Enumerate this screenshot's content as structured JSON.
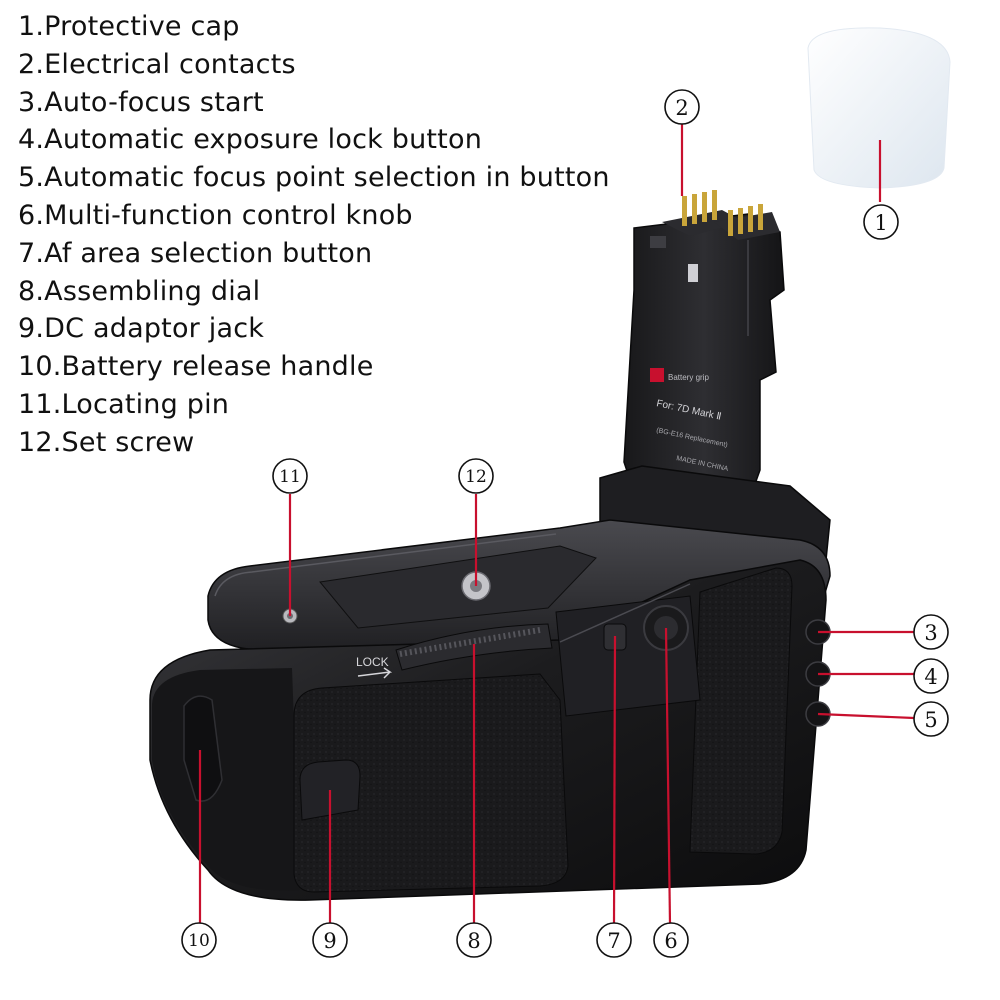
{
  "legend": [
    "1.Protective cap",
    "2.Electrical contacts",
    "3.Auto-focus start",
    "4.Automatic exposure lock button",
    "5.Automatic focus point selection in button",
    "6.Multi-function control knob",
    "7.Af area selection button",
    "8.Assembling dial",
    "9.DC adaptor jack",
    "10.Battery release handle",
    "11.Locating pin",
    "12.Set screw"
  ],
  "callouts": [
    "1",
    "2",
    "3",
    "4",
    "5",
    "6",
    "7",
    "8",
    "9",
    "10",
    "11",
    "12"
  ],
  "product_labels": {
    "lock": "LOCK",
    "sticker_line1": "Battery grip",
    "sticker_line2": "For: 7D Mark Ⅱ",
    "sticker_line3": "(BG-E16 Replacement)",
    "sticker_line4": "MADE IN CHINA"
  },
  "colors": {
    "leader": "#c8102e",
    "grip_body": "#1c1c1e",
    "grip_highlight": "#3a3a3e",
    "cap": "#eef3f8",
    "contacts": "#c9a53a"
  }
}
